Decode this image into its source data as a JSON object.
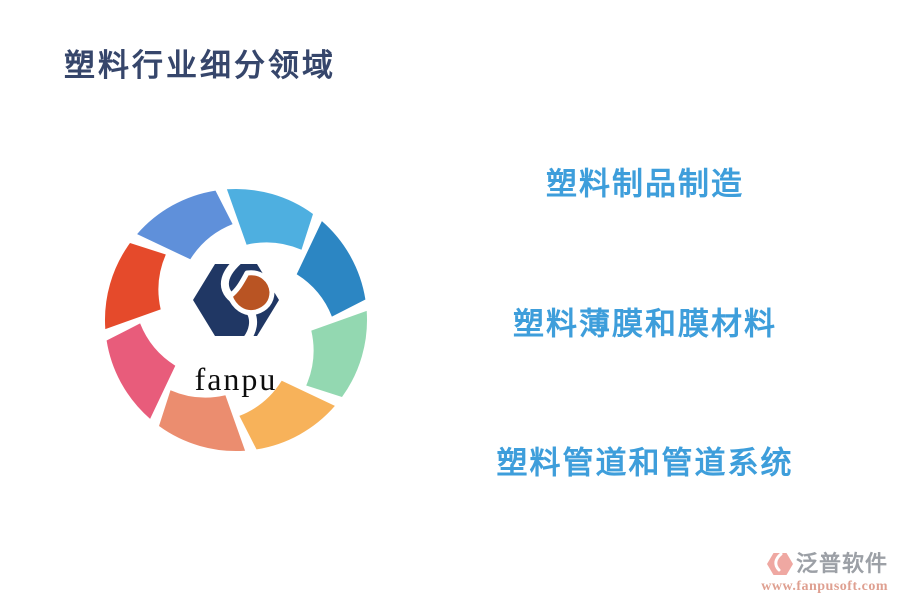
{
  "title": {
    "text": "塑料行业细分领域",
    "color": "#36466B"
  },
  "wheel": {
    "brand": "fanpu",
    "start_angle": -4,
    "step": 45,
    "outer_radius": 131,
    "segments": [
      {
        "name": "sky-blue",
        "color": "#4EAFE0"
      },
      {
        "name": "medium-blue",
        "color": "#2C86C3"
      },
      {
        "name": "mint-green",
        "color": "#93D8B1"
      },
      {
        "name": "amber",
        "color": "#F7B25A"
      },
      {
        "name": "salmon",
        "color": "#EB8D6F"
      },
      {
        "name": "rose",
        "color": "#E85C7B"
      },
      {
        "name": "red-orange",
        "color": "#E54A2B"
      },
      {
        "name": "cornflower-blue",
        "color": "#5F90DA"
      }
    ],
    "logo": {
      "hexagon_color": "#203764",
      "leaf_color": "#B95423"
    }
  },
  "items": [
    {
      "label": "塑料制品制造"
    },
    {
      "label": "塑料薄膜和膜材料"
    },
    {
      "label": "塑料管道和管道系统"
    }
  ],
  "items_color": "#3E9EDB",
  "watermark": {
    "brand": "泛普软件",
    "url": "www.fanpusoft.com",
    "brand_color": "#9CA0A6",
    "url_color": "#DFA091",
    "icon_color": "#EFA8A2"
  }
}
